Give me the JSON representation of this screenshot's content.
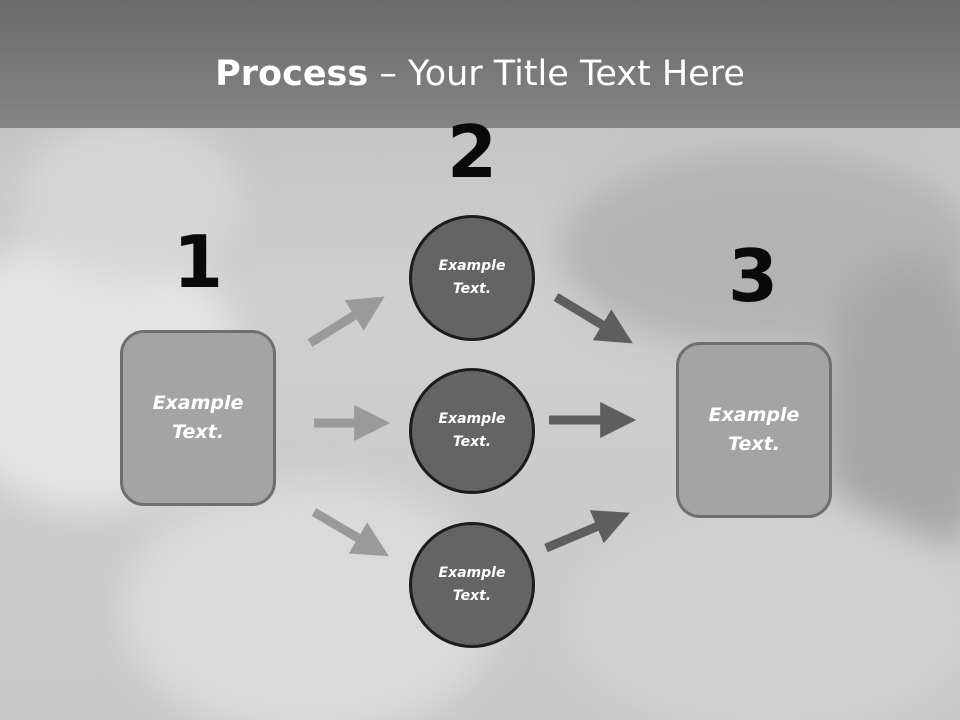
{
  "title": {
    "bold": "Process",
    "rest": " – Your Title Text Here"
  },
  "steps": {
    "one": {
      "number": "1",
      "box_text": "Example\nText."
    },
    "two": {
      "number": "2",
      "circles": [
        "Example\nText.",
        "Example\nText.",
        "Example\nText."
      ]
    },
    "three": {
      "number": "3",
      "box_text": "Example\nText."
    }
  },
  "colors": {
    "title_band": "#7a7a7a",
    "box_fill": "#a4a4a4",
    "circle_fill": "#646464",
    "left_arrow": "#9a9a9a",
    "right_arrow": "#5e5e5e"
  }
}
